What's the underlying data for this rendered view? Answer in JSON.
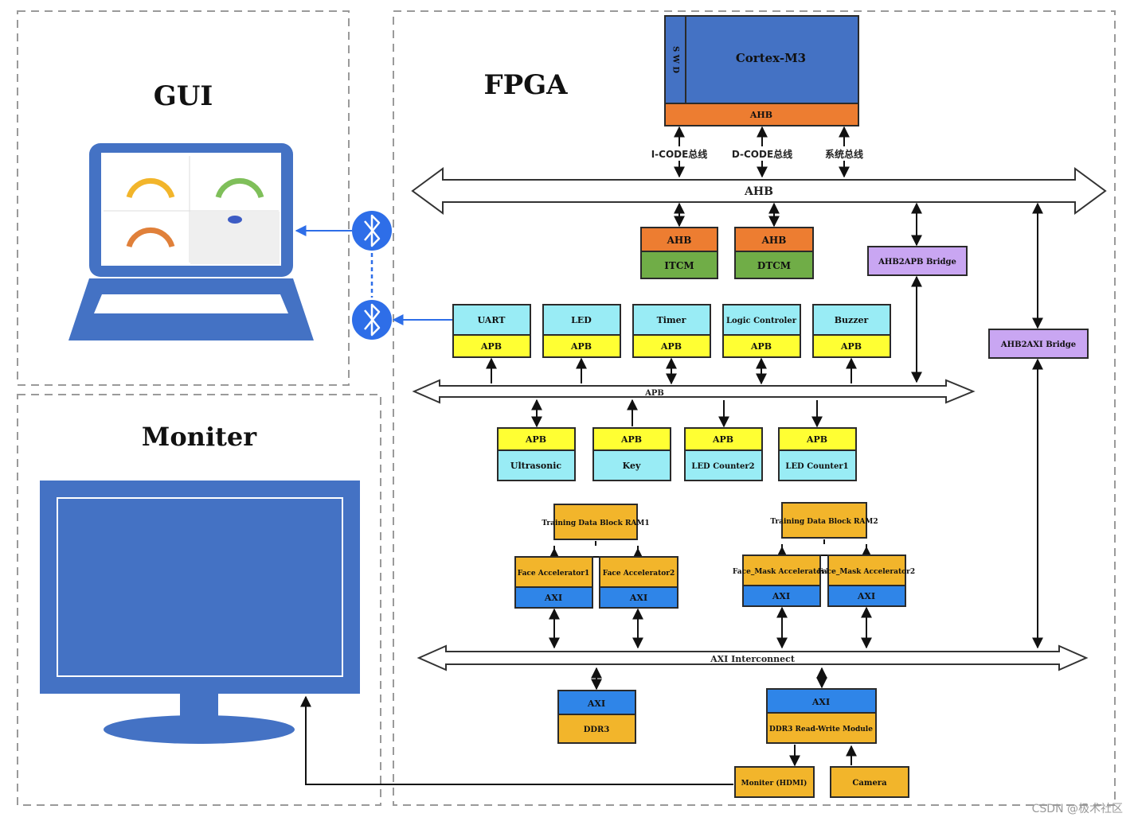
{
  "titles": {
    "gui": "GUI",
    "fpga": "FPGA",
    "moniter": "Moniter"
  },
  "cpu": {
    "swd": "S W D",
    "core": "Cortex-M3",
    "ahb": "AHB"
  },
  "buses": {
    "icode": "I-CODE总线",
    "dcode": "D-CODE总线",
    "system": "系统总线",
    "ahb": "AHB",
    "apb": "APB",
    "axi": "AXI Interconnect"
  },
  "tcm": [
    {
      "top": "AHB",
      "bottom": "ITCM"
    },
    {
      "top": "AHB",
      "bottom": "DTCM"
    }
  ],
  "bridges": {
    "ahb2apb": "AHB2APB Bridge",
    "ahb2axi": "AHB2AXI Bridge"
  },
  "apb_upper": [
    {
      "name": "UART",
      "bus": "APB"
    },
    {
      "name": "LED",
      "bus": "APB"
    },
    {
      "name": "Timer",
      "bus": "APB"
    },
    {
      "name": "Logic Controler",
      "bus": "APB"
    },
    {
      "name": "Buzzer",
      "bus": "APB"
    }
  ],
  "apb_lower": [
    {
      "bus": "APB",
      "name": "Ultrasonic"
    },
    {
      "bus": "APB",
      "name": "Key"
    },
    {
      "bus": "APB",
      "name": "LED Counter2"
    },
    {
      "bus": "APB",
      "name": "LED Counter1"
    }
  ],
  "ram": [
    "Training Data Block RAM1",
    "Training Data Block RAM2"
  ],
  "accelerators": [
    {
      "name": "Face Accelerator1",
      "bus": "AXI"
    },
    {
      "name": "Face Accelerator2",
      "bus": "AXI"
    },
    {
      "name": "Face_Mask Accelerator1",
      "bus": "AXI"
    },
    {
      "name": "Face_Mask Accelerator2",
      "bus": "AXI"
    }
  ],
  "axi_slaves": [
    {
      "bus": "AXI",
      "name": "DDR3"
    },
    {
      "bus": "AXI",
      "name": "DDR3 Read-Write Module"
    }
  ],
  "io": {
    "monitor": "Moniter (HDMI)",
    "camera": "Camera"
  },
  "watermark": "CSDN @极术社区",
  "colors": {
    "blue": "#4472c4",
    "orange": "#ed7d31",
    "green": "#70ad47",
    "cyan": "#99ecf5",
    "yellow": "#ffff33",
    "gold": "#f2b52b",
    "axi_blue": "#2f85e8",
    "purple": "#c9a6f2",
    "bt": "#2e6ee8"
  }
}
